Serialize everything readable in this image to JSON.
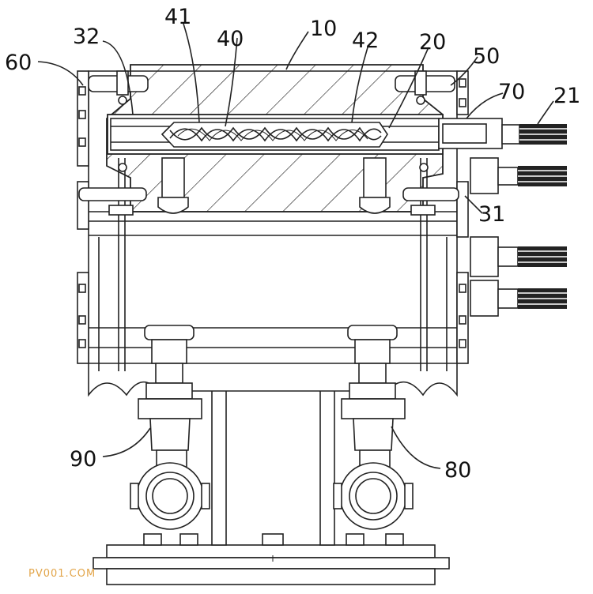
{
  "figure": {
    "labels": {
      "l10": "10",
      "l20": "20",
      "l21": "21",
      "l31": "31",
      "l32": "32",
      "l40": "40",
      "l41": "41",
      "l42": "42",
      "l50": "50",
      "l60": "60",
      "l70": "70",
      "l80": "80",
      "l90": "90"
    },
    "watermark": "PV001.COM",
    "colors": {
      "line": "#222222",
      "background": "#ffffff",
      "watermark": "#e2a54a"
    }
  }
}
